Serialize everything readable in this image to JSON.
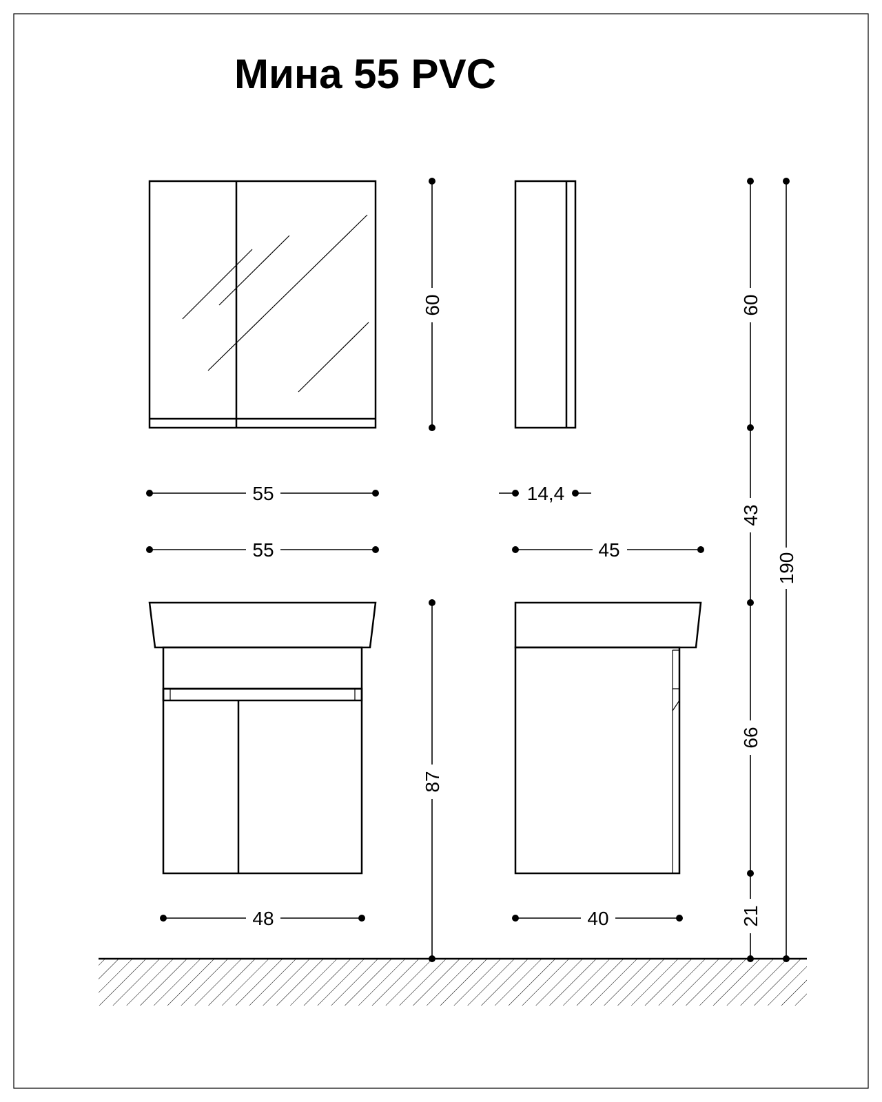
{
  "title": "Мина 55 PVC",
  "dimensions": {
    "mirror_height": "60",
    "mirror_width": "55",
    "mirror_depth": "14,4",
    "basin_width": "55",
    "basin_depth": "45",
    "vanity_height": "87",
    "cabinet_width_front": "48",
    "cabinet_width_side": "40",
    "side_mirror_height": "60",
    "gap_height": "43",
    "cabinet_height": "66",
    "legroom_height": "21",
    "total_height": "190"
  },
  "colors": {
    "line": "#000000",
    "background": "#ffffff"
  }
}
